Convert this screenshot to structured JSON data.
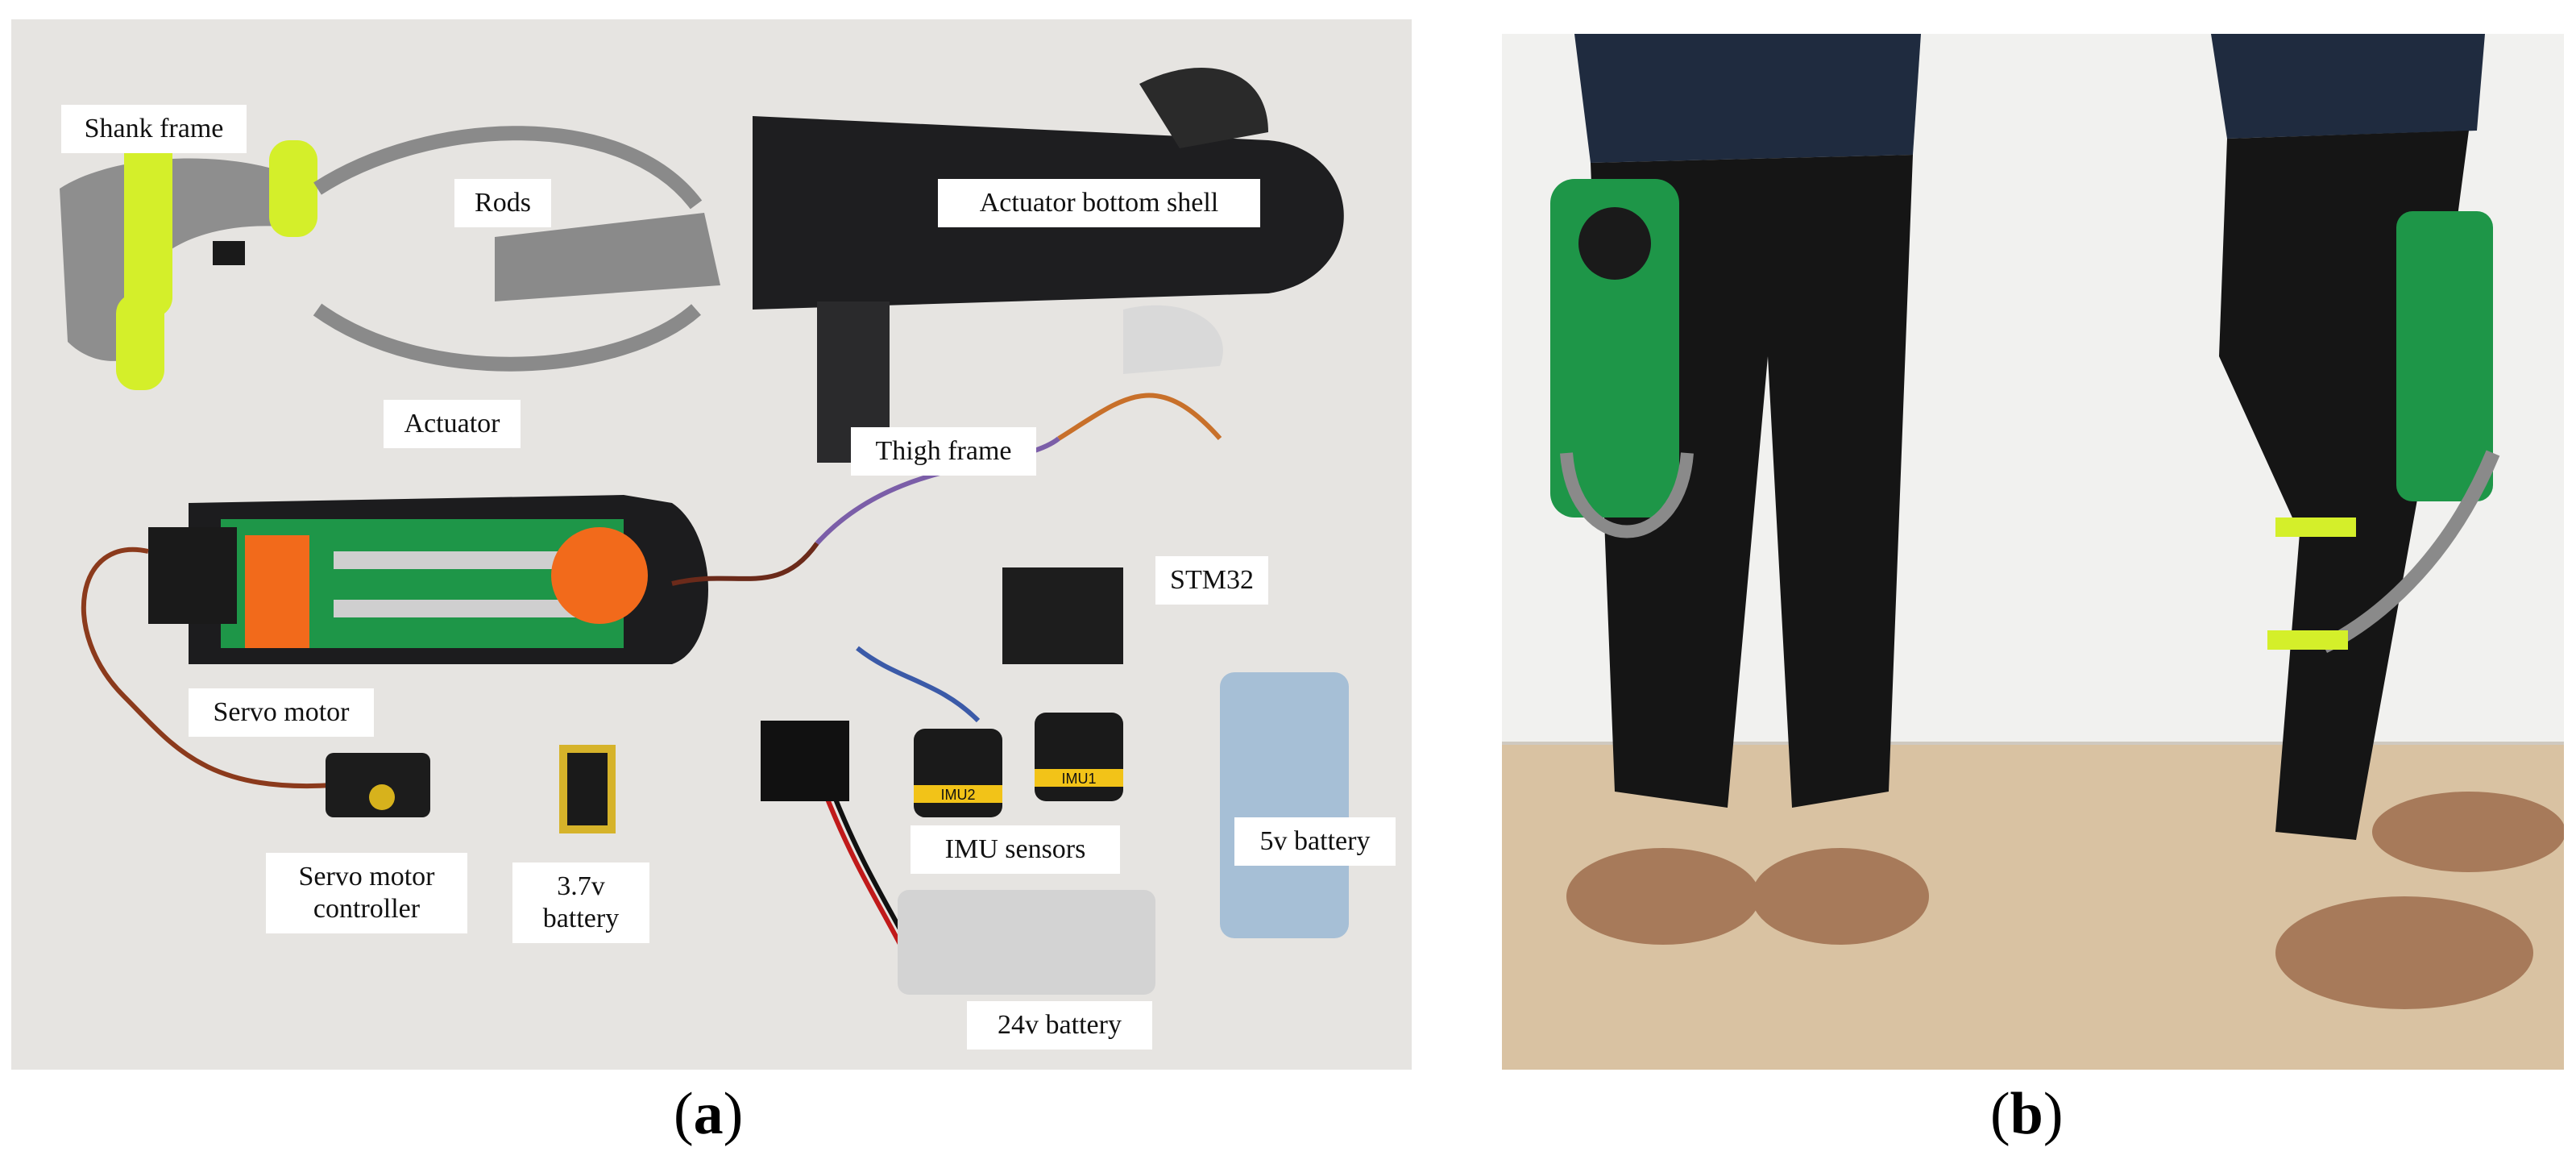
{
  "figure": {
    "panel_a": {
      "label_open": "(",
      "label_letter": "a",
      "label_close": ")",
      "callouts": {
        "shank_frame": "Shank frame",
        "rods": "Rods",
        "actuator_bottom_shell": "Actuator bottom shell",
        "actuator": "Actuator",
        "thigh_frame": "Thigh frame",
        "stm32": "STM32",
        "servo_motor": "Servo motor",
        "servo_motor_controller_line1": "Servo motor",
        "servo_motor_controller_line2": "controller",
        "battery_3v7_line1": "3.7v",
        "battery_3v7_line2": "battery",
        "imu_sensors": "IMU sensors",
        "battery_5v": "5v battery",
        "battery_24v": "24v battery"
      },
      "module_text": {
        "imu1": "IMU1",
        "imu2": "IMU2"
      }
    },
    "panel_b": {
      "label_open": "(",
      "label_letter": "b",
      "label_close": ")"
    }
  },
  "colors": {
    "background_a": "#e6e4e1",
    "frame_gray": "#8c8c8c",
    "shell_black": "#1b1b1d",
    "pcb_green": "#1f9a4a",
    "orange": "#f26a1b",
    "yellow_green": "#d9f23a",
    "wall": "#f1f1ef",
    "floor": "#d9c2a2"
  }
}
